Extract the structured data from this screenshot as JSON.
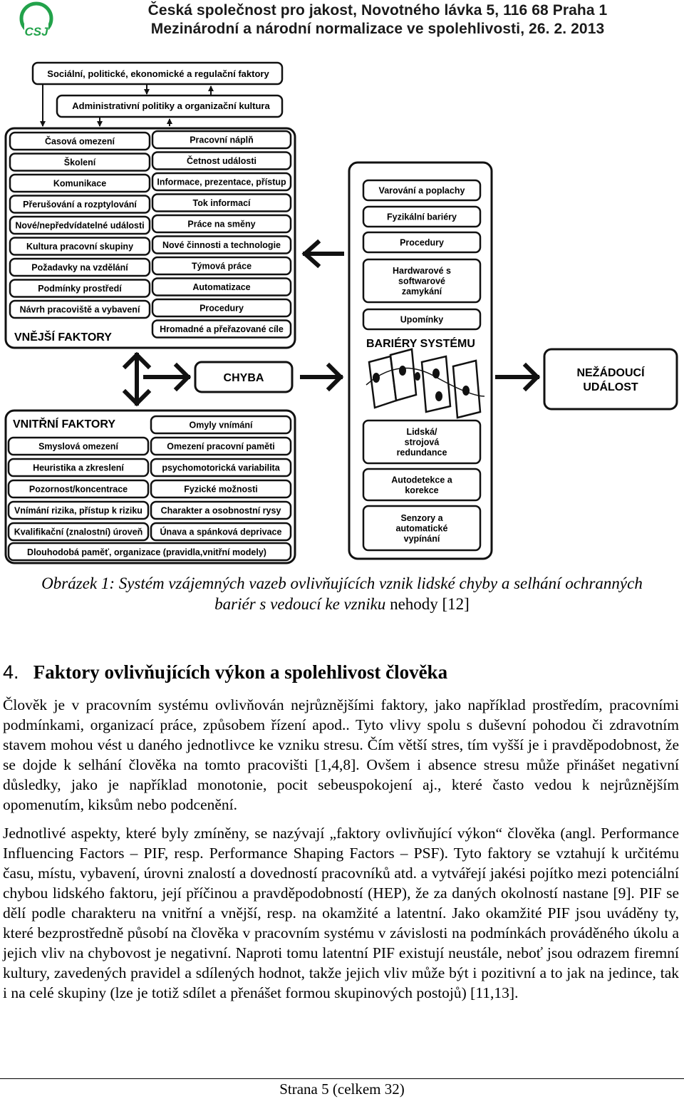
{
  "header": {
    "logo_text": "CSJ",
    "line1": "Česká společnost pro jakost, Novotného lávka 5, 116 68 Praha 1",
    "line2": "Mezinárodní a národní normalizace ve spolehlivosti, 26. 2. 2013"
  },
  "diagram": {
    "top_box": "Sociální, politické, ekonomické a regulační faktory",
    "admin_box": "Administrativní politiky a organizační kultura",
    "external": {
      "title": "VNĚJŠÍ FAKTORY",
      "left": [
        "Časová omezení",
        "Školení",
        "Komunikace",
        "Přerušování a rozptylování",
        "Nové/nepředvídatelné události",
        "Kultura pracovní skupiny",
        "Požadavky na vzdělání",
        "Podmínky prostředí",
        "Návrh pracoviště a vybavení"
      ],
      "right": [
        "Pracovní náplň",
        "Četnost události",
        "Informace, prezentace, přístup",
        "Tok informací",
        "Práce na směny",
        "Nové činnosti a technologie",
        "Týmová práce",
        "Automatizace",
        "Procedury",
        "Hromadné a přeřazované cíle"
      ]
    },
    "barriers": {
      "title": "BARIÉRY SYSTÉMU",
      "items": [
        "Varování a poplachy",
        "Fyzikální bariéry",
        "Procedury",
        "Hardwarové s softwarové zamykání",
        "Upomínky"
      ],
      "lower": [
        "Lidská/ strojová redundance",
        "Autodetekce a korekce",
        "Senzory a automatické vypínání"
      ]
    },
    "error_box": "CHYBA",
    "undesired_box": "NEŽÁDOUCÍ UDÁLOST",
    "internal": {
      "title": "VNITŘNÍ FAKTORY",
      "left": [
        "Smyslová omezení",
        "Heuristika a zkreslení",
        "Pozornost/koncentrace",
        "Vnímání rizika, přístup k riziku",
        "Kvalifikační (znalostní) úroveň"
      ],
      "right": [
        "Omyly vnímání",
        "Omezení pracovní paměti",
        "psychomotorická variabilita",
        "Fyzické možnosti",
        "Charakter a osobnostní rysy",
        "Únava a spánková deprivace"
      ],
      "bottom": "Dlouhodobá paměť, organizace (pravidla,vnitřní modely)"
    }
  },
  "caption": {
    "line1": "Obrázek 1: Systém vzájemných vazeb ovlivňujících vznik lidské chyby a selhání ochranných",
    "line2_italic": "bariér s vedoucí ke vzniku",
    "line2_upright": "nehody [12]"
  },
  "section": {
    "number": "4.",
    "title": "Faktory ovlivňujících výkon a spolehlivost člověka"
  },
  "paragraphs": [
    "Člověk je v pracovním systému ovlivňován nejrůznějšími faktory, jako například prostředím, pracovními podmínkami, organizací práce, způsobem řízení apod.. Tyto vlivy spolu s duševní pohodou či zdravotním stavem mohou vést u daného jednotlivce ke vzniku stresu. Čím větší stres, tím vyšší je i pravděpodobnost, že se dojde k selhání člověka na tomto pracovišti [1,4,8]. Ovšem i absence stresu může přinášet negativní důsledky, jako je například monotonie, pocit sebeuspokojení aj., které často vedou k nejrůznějším opomenutím, kiksům nebo podcenění.",
    "Jednotlivé aspekty, které byly zmíněny, se nazývají „faktory ovlivňující výkon“ člověka (angl. Performance Influencing Factors – PIF, resp. Performance Shaping Factors – PSF). Tyto faktory se vztahují k určitému času, místu, vybavení, úrovni znalostí a dovedností pracovníků atd. a vytvářejí jakési pojítko mezi potenciální chybou lidského faktoru, její příčinou a pravděpodobností (HEP), že za daných okolností nastane [9]. PIF se dělí podle charakteru na vnitřní a vnější, resp. na okamžité a latentní. Jako okamžité PIF jsou uváděny ty, které bezprostředně působí na člověka v pracovním systému v závislosti na podmínkách prováděného úkolu a jejich vliv na chybovost je negativní. Naproti tomu latentní PIF existují neustále, neboť jsou odrazem firemní kultury, zavedených pravidel a sdílených hodnot, takže jejich vliv může být i pozitivní a to jak na jedince, tak i na celé skupiny (lze je totiž sdílet a přenášet formou skupinových postojů) [11,13]."
  ],
  "footer": "Strana 5 (celkem 32)",
  "colors": {
    "logo_green": "#22a24a",
    "text": "#000000"
  }
}
